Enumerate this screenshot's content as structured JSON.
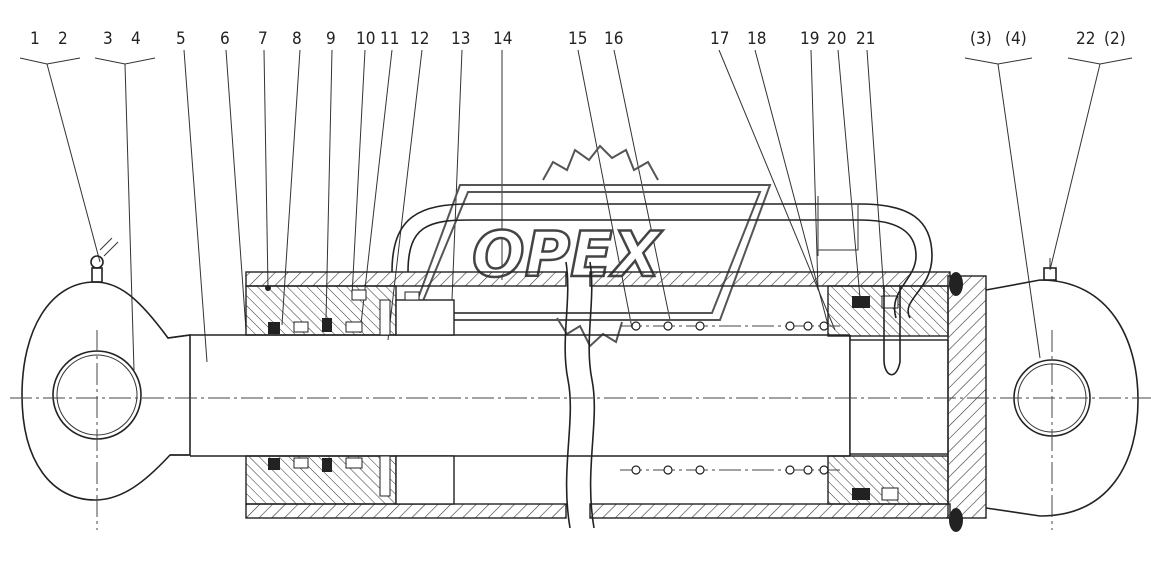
{
  "callouts": [
    {
      "id": "c1",
      "text": "1"
    },
    {
      "id": "c2",
      "text": "2"
    },
    {
      "id": "c3",
      "text": "3"
    },
    {
      "id": "c4",
      "text": "4"
    },
    {
      "id": "c5",
      "text": "5"
    },
    {
      "id": "c6",
      "text": "6"
    },
    {
      "id": "c7",
      "text": "7"
    },
    {
      "id": "c8",
      "text": "8"
    },
    {
      "id": "c9",
      "text": "9"
    },
    {
      "id": "c10",
      "text": "10"
    },
    {
      "id": "c11",
      "text": "11"
    },
    {
      "id": "c12",
      "text": "12"
    },
    {
      "id": "c13",
      "text": "13"
    },
    {
      "id": "c14",
      "text": "14"
    },
    {
      "id": "c15",
      "text": "15"
    },
    {
      "id": "c16",
      "text": "16"
    },
    {
      "id": "c17",
      "text": "17"
    },
    {
      "id": "c18",
      "text": "18"
    },
    {
      "id": "c19",
      "text": "19"
    },
    {
      "id": "c20",
      "text": "20"
    },
    {
      "id": "c21",
      "text": "21"
    },
    {
      "id": "c3p",
      "text": "(3)"
    },
    {
      "id": "c4p",
      "text": "(4)"
    },
    {
      "id": "c22",
      "text": "22"
    },
    {
      "id": "c2p",
      "text": "(2)"
    }
  ],
  "watermark": {
    "text": "OPEX"
  }
}
